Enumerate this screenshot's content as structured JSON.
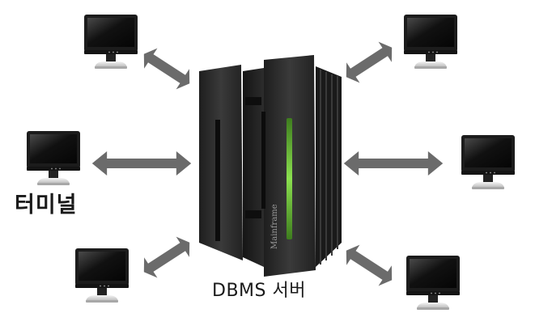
{
  "labels": {
    "terminal": "터미널",
    "server": "DBMS 서버",
    "mainframe_brand": "Mainframe"
  },
  "terminals": [
    {
      "id": "top-left"
    },
    {
      "id": "middle-left"
    },
    {
      "id": "bottom-left"
    },
    {
      "id": "top-right"
    },
    {
      "id": "middle-right"
    },
    {
      "id": "bottom-right"
    }
  ],
  "colors": {
    "arrow": "#6b6b6b",
    "server_body": "#2b2b2b",
    "accent_green": "#6cc63a",
    "monitor_bezel": "#1c1c1c",
    "monitor_stand": "#d8d8d8"
  }
}
